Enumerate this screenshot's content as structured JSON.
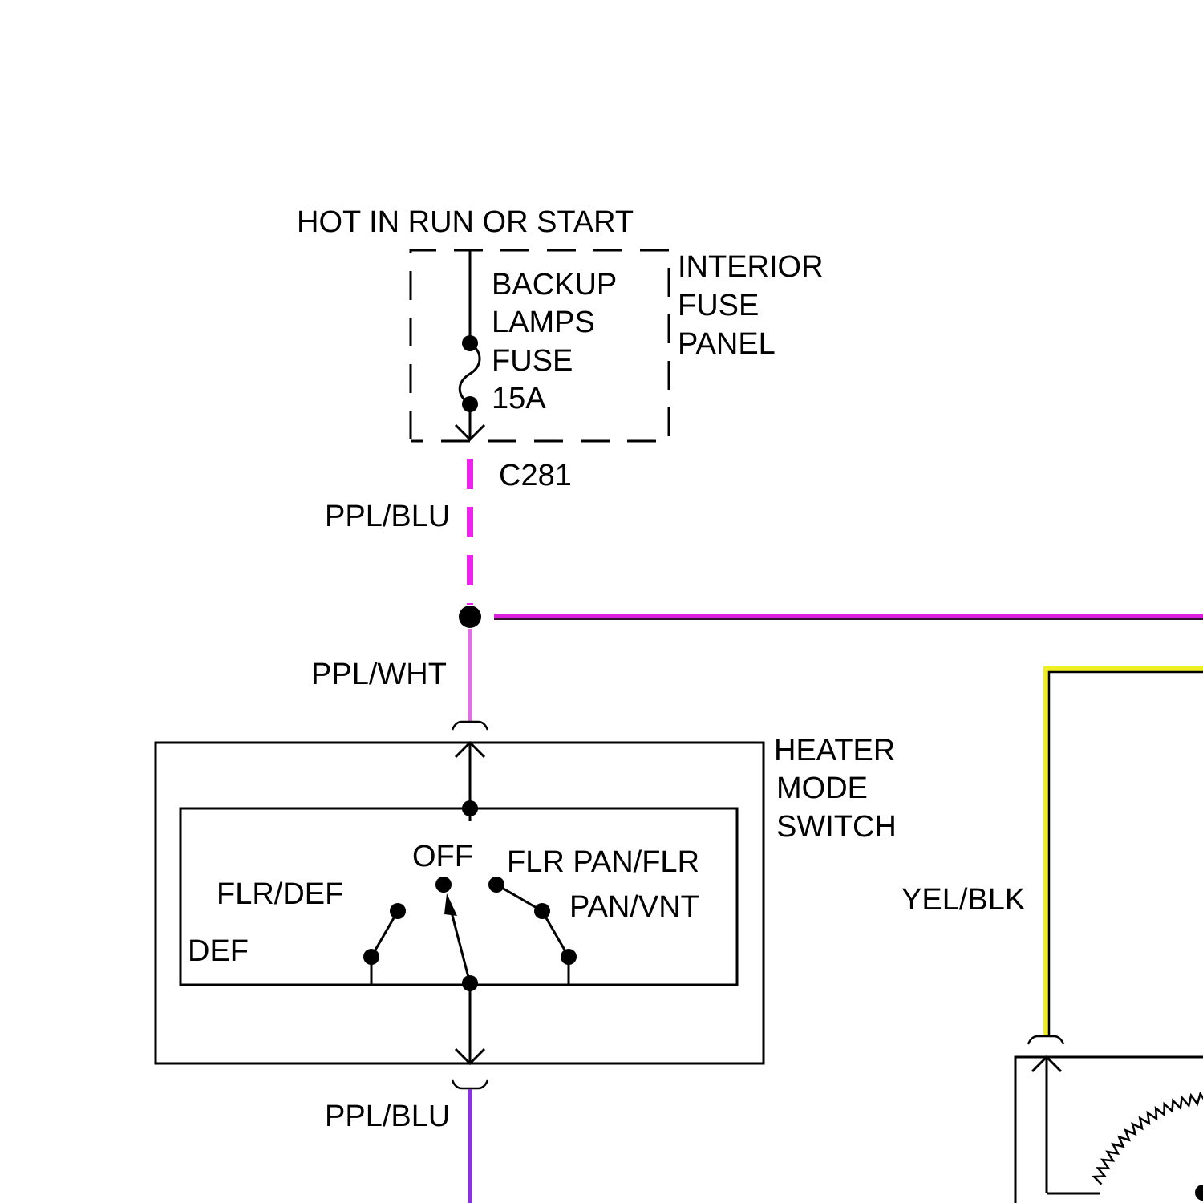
{
  "labels": {
    "hot_in_run": "HOT IN RUN OR START",
    "fuse_name_1": "BACKUP",
    "fuse_name_2": "LAMPS",
    "fuse_name_3": "FUSE",
    "fuse_rating": "15A",
    "panel_1": "INTERIOR",
    "panel_2": "FUSE",
    "panel_3": "PANEL",
    "connector": "C281",
    "wire_top": "PPL/BLU",
    "wire_mid": "PPL/WHT",
    "wire_bottom": "PPL/BLU",
    "wire_right": "YEL/BLK",
    "switch_1": "HEATER",
    "switch_2": "MODE",
    "switch_3": "SWITCH",
    "pos_off": "OFF",
    "pos_flr_def": "FLR/DEF",
    "pos_def": "DEF",
    "pos_flr_pan_flr": "FLR PAN/FLR",
    "pos_pan_vnt": "PAN/VNT"
  },
  "colors": {
    "ppl_blu_dashed": "#ee22ee",
    "ppl_main": "#dd22dd",
    "ppl_shadow": "#331133",
    "ppl_wht": "#e070e0",
    "ppl_blu_bottom": "#8833dd",
    "yel_blk": "#eeee22"
  }
}
